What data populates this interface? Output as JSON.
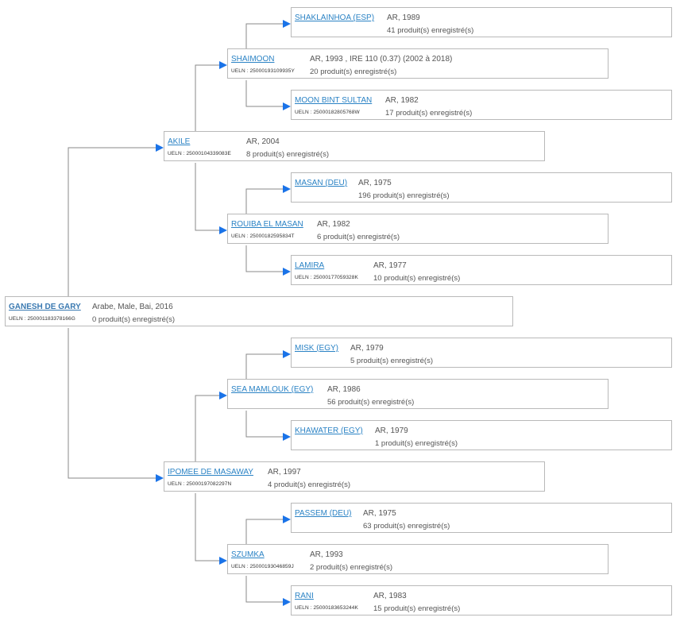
{
  "pedigree": {
    "root": {
      "name": "GANESH DE GARY",
      "ueln": "UELN : 250001183378166G",
      "info": "Arabe, Male, Bai, 2016",
      "produits": "0 produit(s) enregistré(s)"
    },
    "akile": {
      "name": "AKILE",
      "ueln": "UELN : 25000104339083E",
      "info": "AR, 2004",
      "produits": "8 produit(s) enregistré(s)"
    },
    "shaimoon": {
      "name": "SHAIMOON",
      "ueln": "UELN : 25000193109935Y",
      "info": "AR, 1993 , IRE 110 (0.37) (2002 à 2018)",
      "produits": "20 produit(s) enregistré(s)"
    },
    "shaklainhoa": {
      "name": "SHAKLAINHOA (ESP)",
      "ueln": "",
      "info": "AR, 1989",
      "produits": "41 produit(s) enregistré(s)"
    },
    "moon_bint_sultan": {
      "name": "MOON BINT SULTAN",
      "ueln": "UELN : 25000182805768W",
      "info": "AR, 1982",
      "produits": "17 produit(s) enregistré(s)"
    },
    "rouiba": {
      "name": "ROUIBA EL MASAN",
      "ueln": "UELN : 25000182595834T",
      "info": "AR, 1982",
      "produits": "6 produit(s) enregistré(s)"
    },
    "masan": {
      "name": "MASAN (DEU)",
      "ueln": "",
      "info": "AR, 1975",
      "produits": "196 produit(s) enregistré(s)"
    },
    "lamira": {
      "name": "LAMIRA",
      "ueln": "UELN : 25000177059328K",
      "info": "AR, 1977",
      "produits": "10 produit(s) enregistré(s)"
    },
    "ipomee": {
      "name": "IPOMEE DE MASAWAY",
      "ueln": "UELN : 25000197082297N",
      "info": "AR, 1997",
      "produits": "4 produit(s) enregistré(s)"
    },
    "sea_mamlouk": {
      "name": "SEA MAMLOUK (EGY)",
      "ueln": "",
      "info": "AR, 1986",
      "produits": "56 produit(s) enregistré(s)"
    },
    "misk": {
      "name": "MISK (EGY)",
      "ueln": "",
      "info": "AR, 1979",
      "produits": "5 produit(s) enregistré(s)"
    },
    "khawater": {
      "name": "KHAWATER (EGY)",
      "ueln": "",
      "info": "AR, 1979",
      "produits": "1 produit(s) enregistré(s)"
    },
    "szumka": {
      "name": "SZUMKA",
      "ueln": "UELN : 25000193046859J",
      "info": "AR, 1993",
      "produits": "2 produit(s) enregistré(s)"
    },
    "passem": {
      "name": "PASSEM (DEU)",
      "ueln": "",
      "info": "AR, 1975",
      "produits": "63 produit(s) enregistré(s)"
    },
    "rani": {
      "name": "RANI",
      "ueln": "UELN : 25000183653244K",
      "info": "AR, 1983",
      "produits": "15 produit(s) enregistré(s)"
    }
  },
  "colors": {
    "link": "#2b83c5",
    "arrow": "#1a73e8",
    "line": "#8a8a8a",
    "border": "#b9b9b9"
  }
}
